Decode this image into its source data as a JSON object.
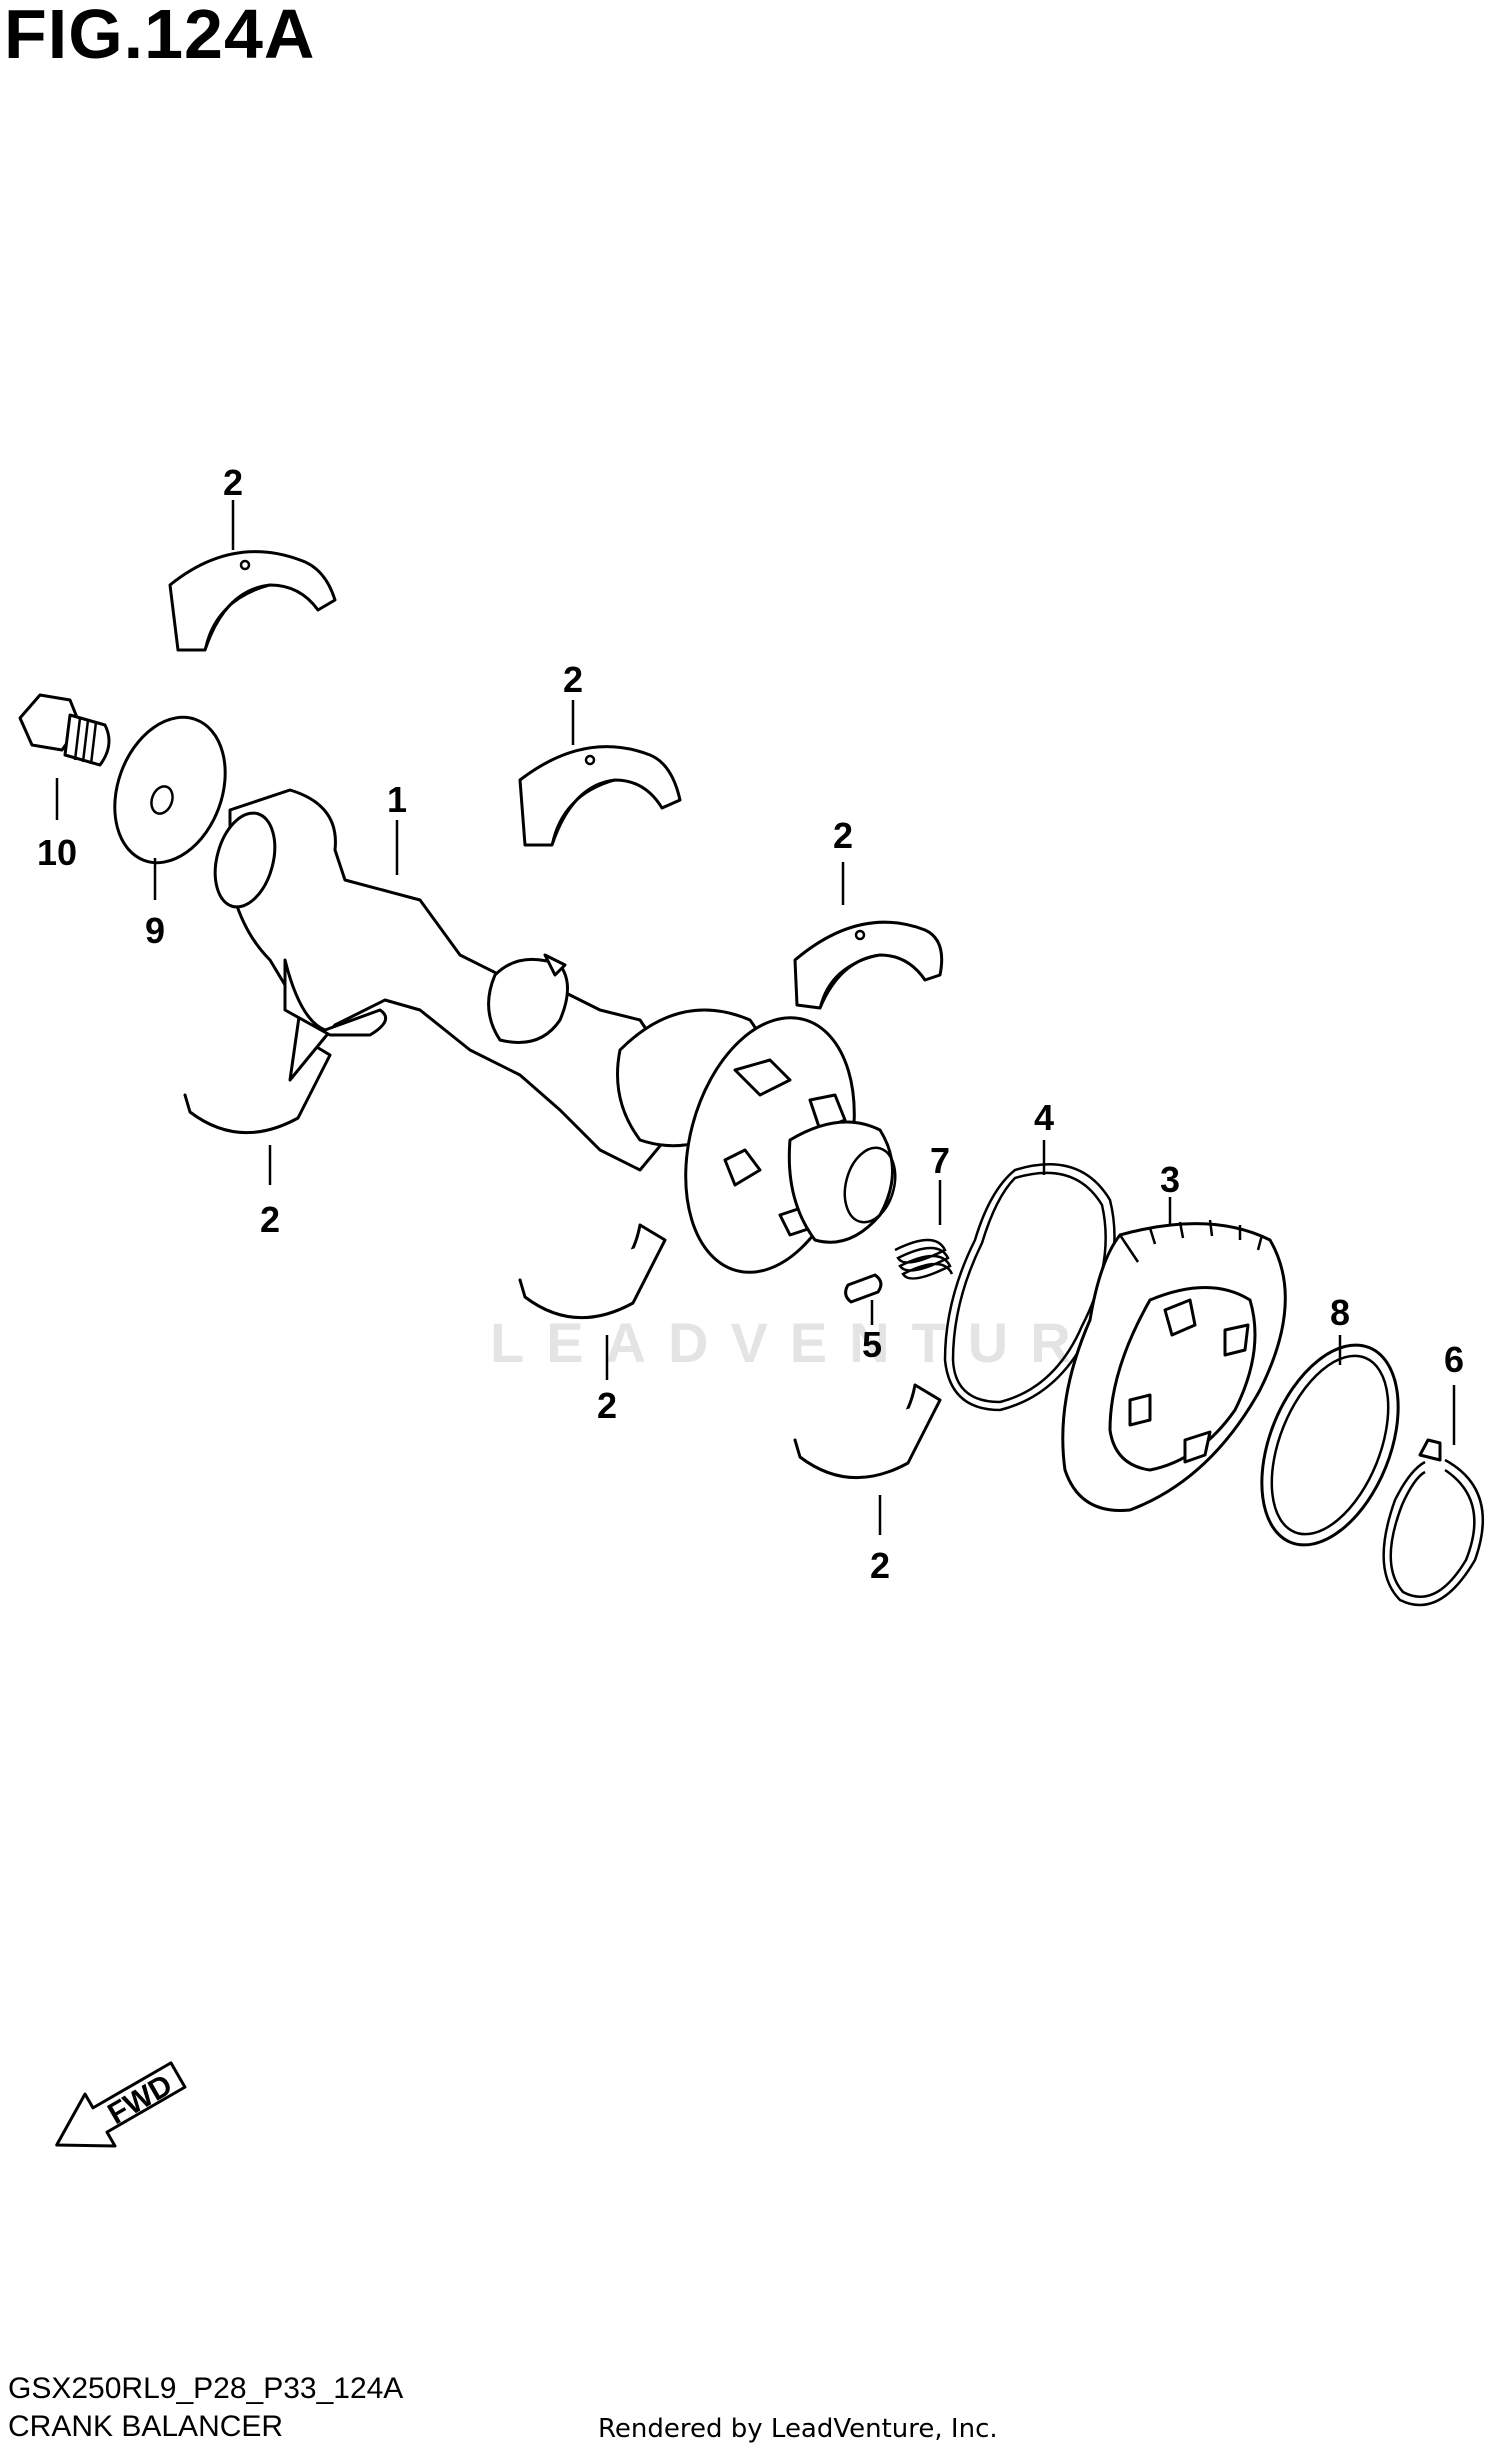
{
  "figure": {
    "title": "FIG.124A",
    "code": "GSX250RL9_P28_P33_124A",
    "name": "CRANK BALANCER"
  },
  "watermark": "LEADVENTURE",
  "credit": "Rendered by LeadVenture, Inc.",
  "fwd_label": "FWD",
  "callouts": {
    "c1": "1",
    "c2a": "2",
    "c2b": "2",
    "c2c": "2",
    "c2d": "2",
    "c2e": "2",
    "c2f": "2",
    "c3": "3",
    "c4": "4",
    "c5": "5",
    "c6": "6",
    "c7": "7",
    "c8": "8",
    "c9": "9",
    "c10": "10"
  }
}
